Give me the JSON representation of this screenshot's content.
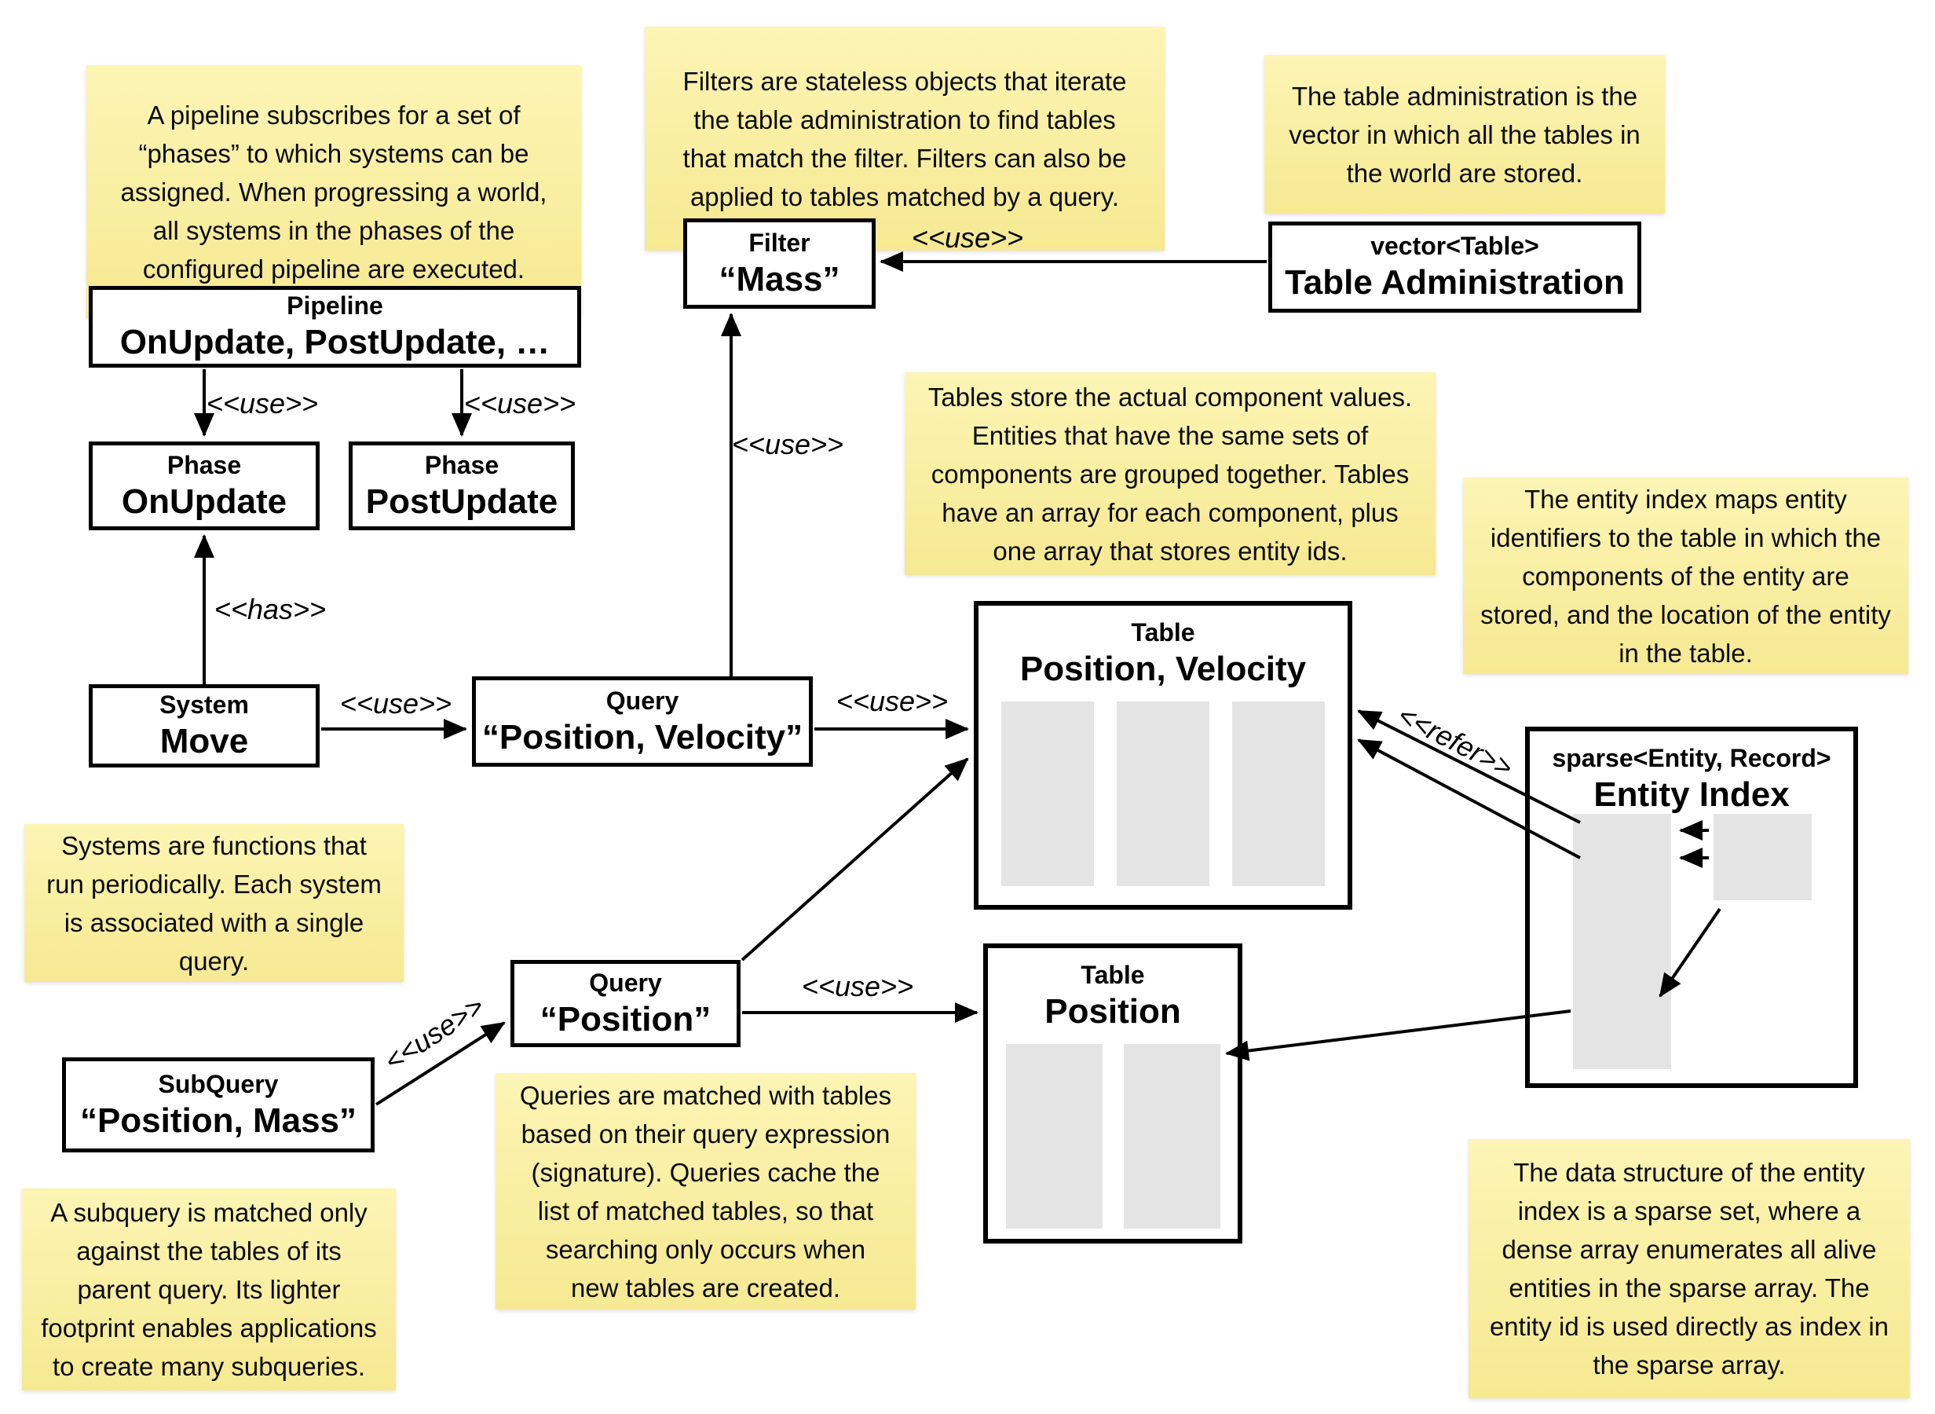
{
  "stereotypes": {
    "use": "<<use>>",
    "has": "<<has>>",
    "refer": "<<refer>>"
  },
  "nodes": {
    "pipeline": {
      "stereotype": "Pipeline",
      "name": "OnUpdate, PostUpdate, …"
    },
    "phase_onupdate": {
      "stereotype": "Phase",
      "name": "OnUpdate"
    },
    "phase_postupdate": {
      "stereotype": "Phase",
      "name": "PostUpdate"
    },
    "system_move": {
      "stereotype": "System",
      "name": "Move"
    },
    "query_position_velocity": {
      "stereotype": "Query",
      "name": "“Position, Velocity”"
    },
    "filter_mass": {
      "stereotype": "Filter",
      "name": "“Mass”"
    },
    "table_administration": {
      "stereotype": "vector<Table>",
      "name": "Table Administration"
    },
    "table_position_velocity": {
      "stereotype": "Table",
      "name": "Position, Velocity"
    },
    "table_position": {
      "stereotype": "Table",
      "name": "Position"
    },
    "entity_index": {
      "stereotype": "sparse<Entity, Record>",
      "name": "Entity Index"
    },
    "query_position": {
      "stereotype": "Query",
      "name": "“Position”"
    },
    "subquery": {
      "stereotype": "SubQuery",
      "name": "“Position, Mass”"
    }
  },
  "notes": {
    "pipeline": "A pipeline subscribes for a set of\n“phases” to which systems can be\nassigned. When progressing a world,\nall systems in the phases of the\nconfigured pipeline are executed.",
    "filters": "Filters are stateless objects that iterate\nthe table administration to find tables\nthat match the filter. Filters can also be\napplied to tables matched by a query.",
    "table_admin": "The table administration is the\nvector in which all the tables in\nthe world are stored.",
    "tables": "Tables store the actual component values.\nEntities that have the same sets of\ncomponents are grouped together. Tables\nhave an array for each component, plus\none array that stores entity ids.",
    "systems": "Systems are functions that\nrun periodically. Each system\nis associated with a single\nquery.",
    "queries": "Queries are matched with tables\nbased on their query expression\n(signature). Queries cache the\nlist of matched tables, so that\nsearching only occurs when\nnew tables are created.",
    "subquery": "A subquery is matched only\nagainst the tables of its\nparent query. Its lighter\nfootprint enables applications\nto create many subqueries.",
    "entity_index": "The entity index maps entity\nidentifiers to the table in which the\ncomponents of the entity are\nstored, and the location of the entity\nin the table.",
    "sparse_set": "The data structure of the entity\nindex is a sparse set, where a\ndense array enumerates all alive\nentities in the sparse array. The\nentity id is used directly as index in\nthe sparse array."
  }
}
